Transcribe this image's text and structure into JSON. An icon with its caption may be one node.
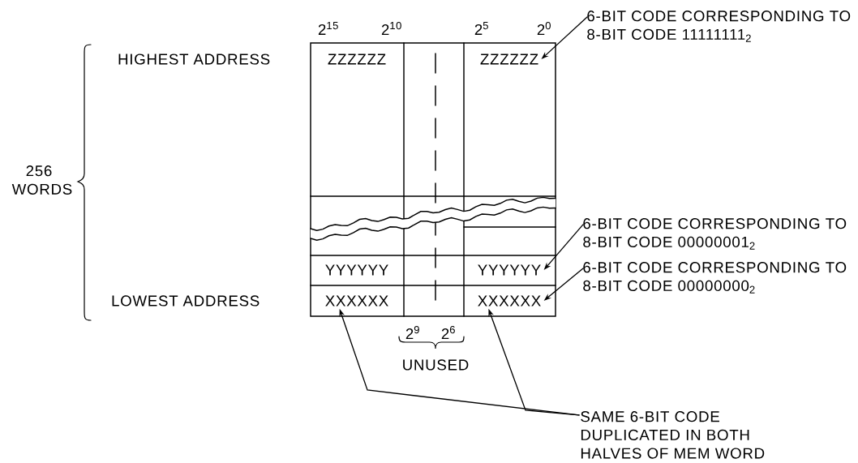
{
  "diagram": {
    "nodes": [
      {
        "text": [
          "ZZZZZZ"
        ]
      },
      {
        "text": [
          "ZZZZZZ"
        ]
      },
      {
        "text": [
          "YYYYYY"
        ]
      },
      {
        "text": [
          "YYYYYY"
        ]
      },
      {
        "text": [
          "XXXXXX"
        ]
      },
      {
        "text": [
          "XXXXXX"
        ]
      },
      {
        "text": [
          "6-BIT CODE CORRESPONDING TO 8-BIT CODE 11111111$_{2}$"
        ]
      },
      {
        "text": [
          "6-BIT CODE CORRESPONDING TO 8-BIT CODE 00000001$_{2}$"
        ]
      },
      {
        "text": [
          "6-BIT CODE CORRESPONDING TO 8-BIT CODE 00000000$_{2}$"
        ]
      },
      {
        "text": [
          "SAME 6-BIT CODE DUPLICATED IN BOTH HALVES OF MEM WORD"
        ]
      }
    ],
    "edges": [
      {
        "from": 6,
        "to": 1,
        "arrow": "to"
      },
      {
        "from": 7,
        "to": 3,
        "arrow": "to"
      },
      {
        "from": 8,
        "to": 5,
        "arrow": "to"
      },
      {
        "from": 9,
        "to": 4,
        "arrow": "to"
      },
      {
        "from": 9,
        "to": 5,
        "arrow": "to"
      }
    ],
    "labels": [
      "2$^{15}$",
      "2$^{10}$",
      "2$^{5}$",
      "2$^{0}$",
      "HIGHEST ADDRESS",
      "256 WORDS",
      "LOWEST ADDRESS",
      "2$^{9}$",
      "2$^{6}$",
      "UNUSED"
    ]
  }
}
